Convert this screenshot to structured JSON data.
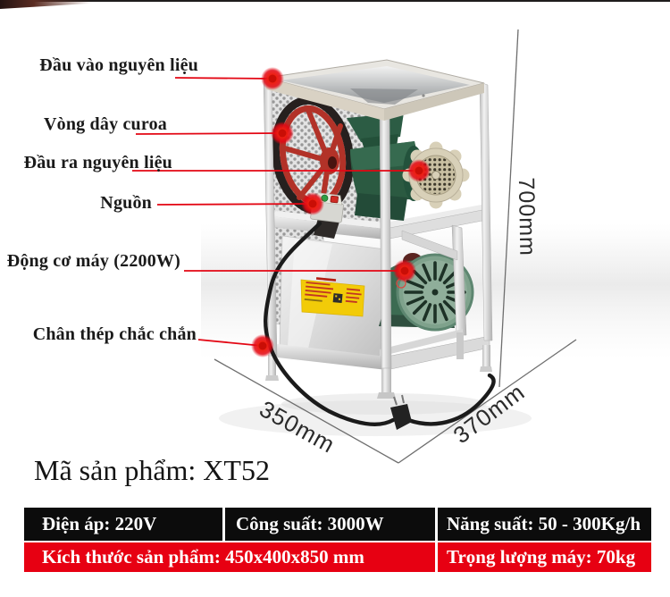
{
  "accent": {
    "leader_red": "#e30613",
    "table_red": "#e70012",
    "table_black": "#0c0c0c"
  },
  "callouts": [
    {
      "label": "Đầu vào nguyên liệu"
    },
    {
      "label": "Vòng dây curoa"
    },
    {
      "label": "Đầu ra nguyên liệu"
    },
    {
      "label": "Nguồn"
    },
    {
      "label": "Động cơ máy (2200W)"
    },
    {
      "label": "Chân thép chắc chắn"
    }
  ],
  "dimensions": {
    "height": "700mm",
    "depth": "350mm",
    "width": "370mm"
  },
  "product_code": "Mã sản phẩm: XT52",
  "spec_table": {
    "row1": [
      {
        "label": "Điện áp: 220V"
      },
      {
        "label": "Công suất: 3000W"
      },
      {
        "label": "Năng suất: 50 - 300Kg/h"
      }
    ],
    "row2": [
      {
        "label": "Kích thước sản phẩm: 450x400x850 mm"
      },
      {
        "label": "Trọng lượng máy: 70kg"
      }
    ]
  }
}
